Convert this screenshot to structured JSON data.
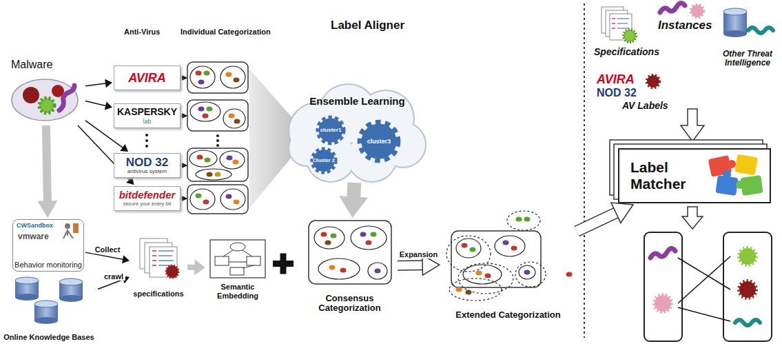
{
  "diagram": {
    "title": "Label Aligner",
    "nodes": [
      {
        "text": [
          "Malware"
        ]
      },
      {
        "text": [
          "AVIRA"
        ]
      },
      {
        "text": [
          "KASPERSKY",
          "lab"
        ]
      },
      {
        "text": [
          "NOD 32",
          "antivirus system"
        ]
      },
      {
        "text": [
          "bitdefender",
          "secure your every bit"
        ]
      },
      {
        "text": [
          "Ensemble Learning"
        ]
      },
      {
        "text": [
          "cluster1"
        ],
        "in": 5
      },
      {
        "text": [
          "cluster3"
        ],
        "in": 5
      },
      {
        "text": [
          "Cluster 2"
        ],
        "in": 5
      },
      {
        "text": [
          "Behavior monitoring"
        ]
      },
      {
        "text": [
          "specifications"
        ]
      },
      {
        "text": [
          "Semantic Embedding"
        ]
      },
      {
        "text": [
          "Online Knowledge Bases"
        ]
      },
      {
        "text": [
          "Consensus Categorization"
        ]
      },
      {
        "text": [
          "Extended Categorization"
        ]
      },
      {
        "text": [
          "Label Matcher"
        ]
      }
    ],
    "edges": [
      {
        "from": 0,
        "to": 1,
        "arrow": "to"
      },
      {
        "from": 0,
        "to": 2,
        "arrow": "to"
      },
      {
        "from": 0,
        "to": 3,
        "arrow": "to"
      },
      {
        "from": 0,
        "to": 4,
        "arrow": "to"
      },
      {
        "from": 0,
        "to": 9,
        "arrow": "to"
      },
      {
        "from": 9,
        "to": 10,
        "label": "Collect",
        "arrow": "to"
      },
      {
        "from": 12,
        "to": 10,
        "label": "crawl",
        "arrow": "to"
      },
      {
        "from": 10,
        "to": 11,
        "arrow": "to"
      },
      {
        "from": 5,
        "to": 13,
        "arrow": "to"
      },
      {
        "from": 13,
        "to": 14,
        "label": "Expansion",
        "arrow": "to"
      },
      {
        "from": 14,
        "to": 15,
        "arrow": "to"
      }
    ],
    "labels": [
      "Anti-Virus",
      "Individual Categorization",
      "CWSandbox",
      "vmware",
      "Specifications",
      "Instances",
      "Other Threat Intelligence",
      "AVIRA",
      "NOD 32",
      "AV Labels"
    ]
  }
}
